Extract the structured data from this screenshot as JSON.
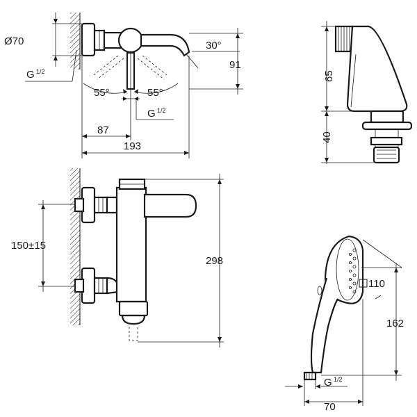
{
  "dimensions": {
    "top_view": {
      "flange_diameter": "Ø70",
      "spout_angle": "30°",
      "height": "91",
      "angle_left": "55°",
      "angle_right": "55°",
      "thread_left": "G",
      "thread_left_frac": "1/2",
      "thread_center": "G",
      "thread_center_frac": "1/2",
      "offset": "87",
      "total_width": "193"
    },
    "side_view": {
      "upper_height": "65",
      "lower_height": "40"
    },
    "front_view": {
      "center_distance": "150±15",
      "height": "298"
    },
    "hand_shower": {
      "head_size": "110",
      "length": "162",
      "thread": "G",
      "thread_frac": "1/2",
      "width": "70"
    }
  },
  "icons": {
    "square_symbol": "square-icon"
  }
}
